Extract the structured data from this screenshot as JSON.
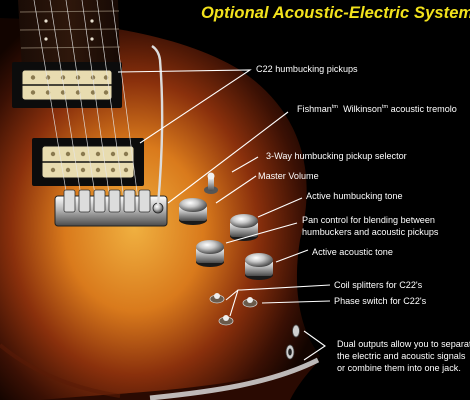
{
  "title": "Optional Acoustic-Electric System",
  "labels": {
    "pickups": "C22 humbucking pickups",
    "tremolo_brand1": "Fishman",
    "tremolo_tm1": "tm",
    "tremolo_brand2": "Wilkinson",
    "tremolo_tm2": "tm",
    "tremolo_rest": "acoustic tremolo",
    "selector": "3-Way humbucking pickup selector",
    "master": "Master Volume",
    "active_hb": "Active humbucking tone",
    "pan_line1": "Pan control for blending between",
    "pan_line2": "humbuckers and acoustic pickups",
    "active_acoustic": "Active acoustic tone",
    "coil": "Coil splitters for C22's",
    "phase": "Phase switch for C22's",
    "outputs_line1": "Dual outputs allow you to separate",
    "outputs_line2": "the electric and acoustic signals",
    "outputs_line3": "or combine them into one jack."
  },
  "colors": {
    "title": "#f2e21c",
    "label_text": "#ffffff",
    "leader_line": "#ffffff",
    "background": "#000000"
  }
}
